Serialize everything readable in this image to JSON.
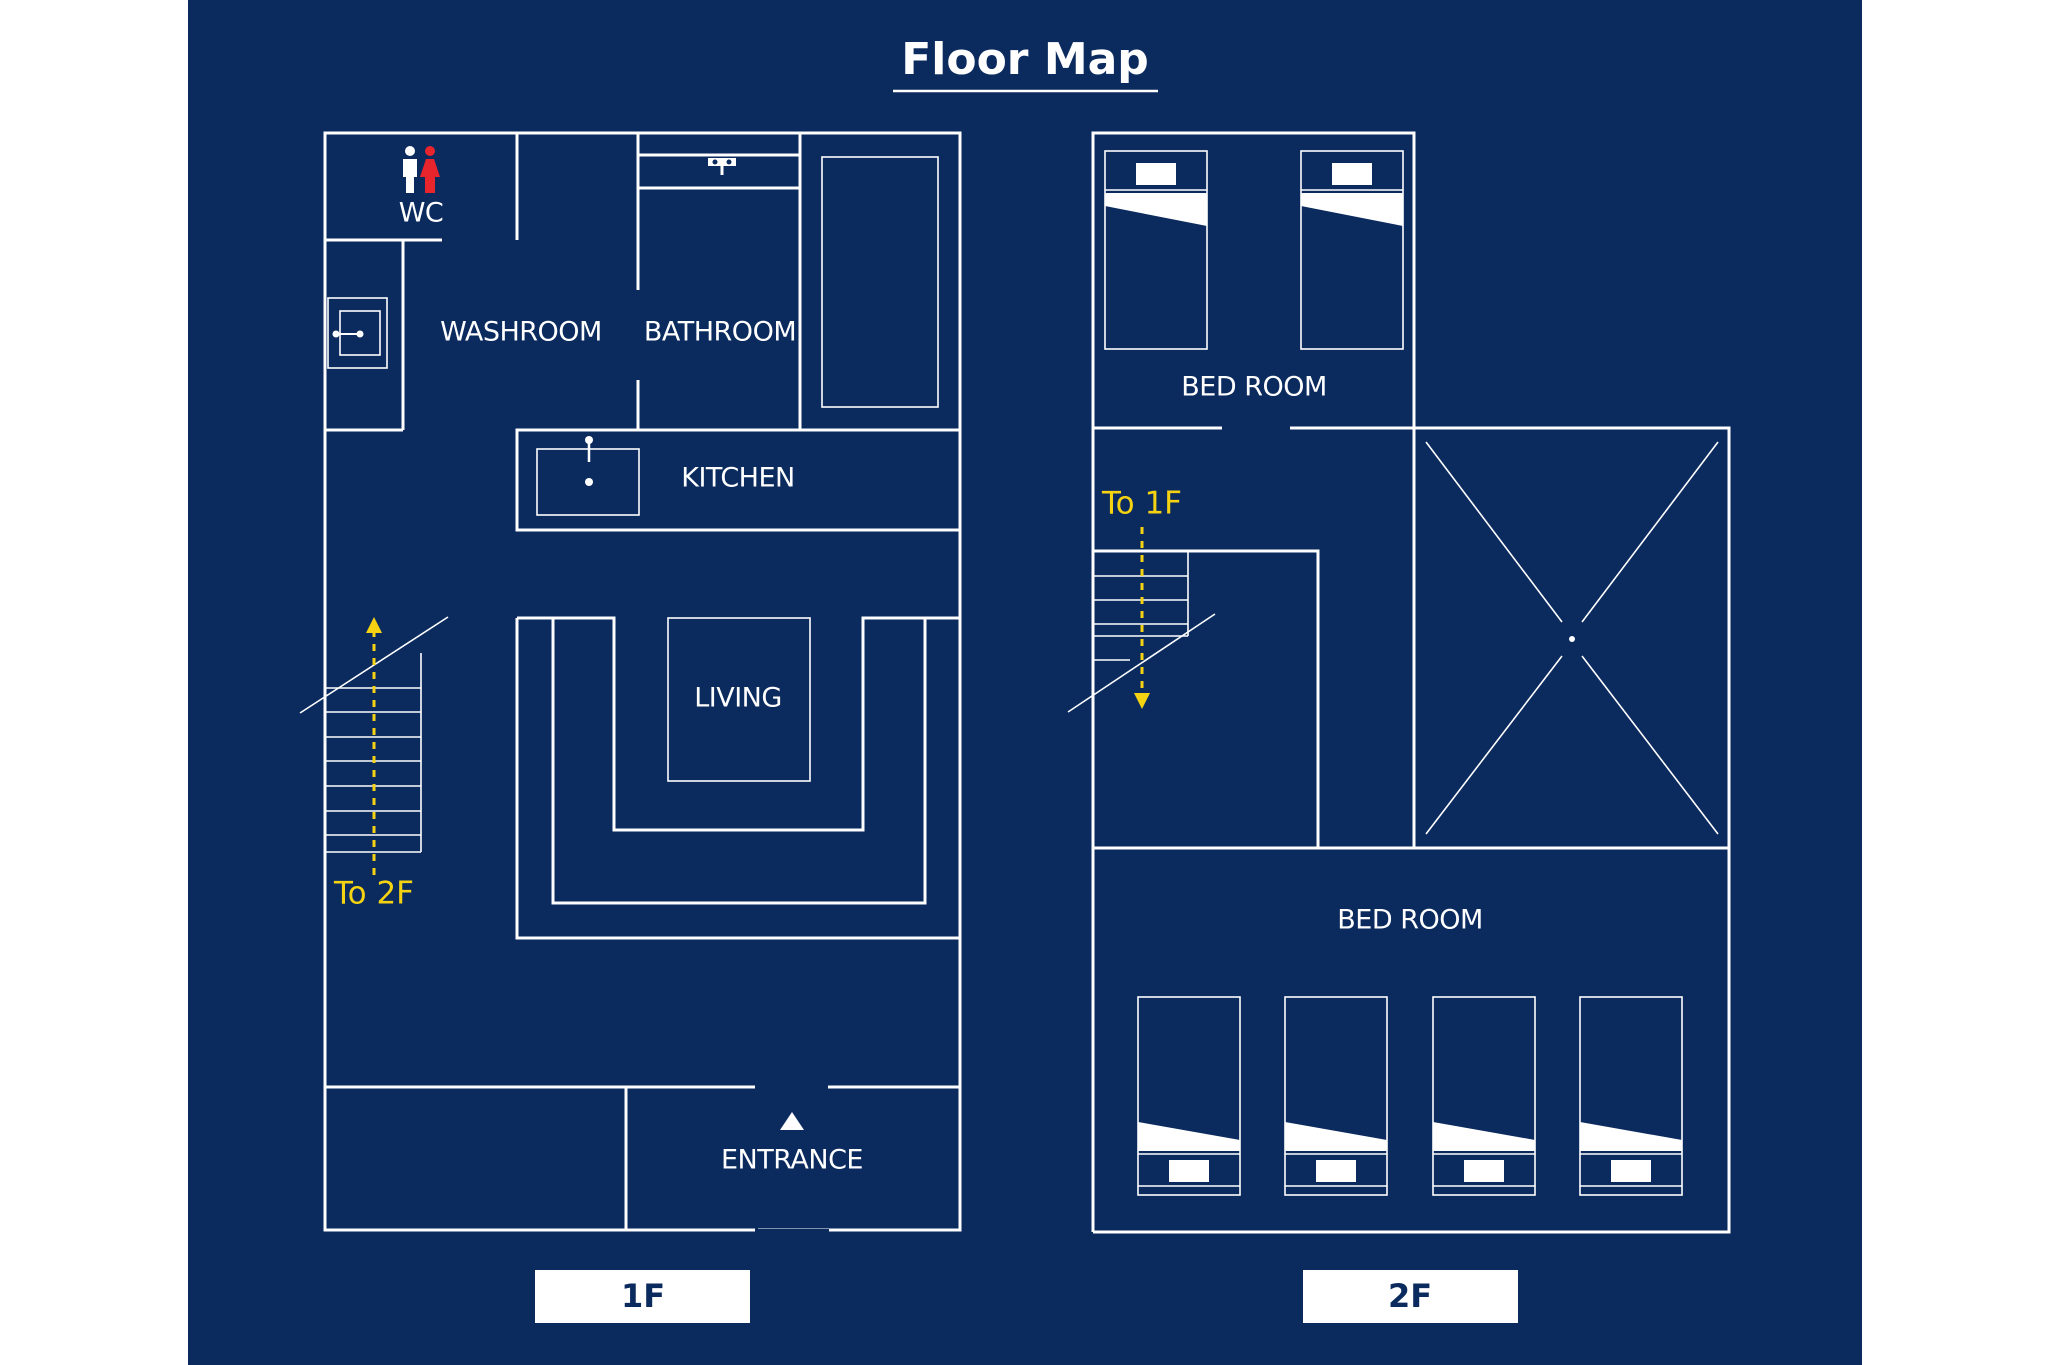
{
  "title": "Floor Map",
  "colors": {
    "background": "#0b2a5e",
    "line": "#ffffff",
    "arrow": "#f5d312",
    "wc_female": "#e8242d"
  },
  "floor1": {
    "label": "1F",
    "rooms": {
      "wc": "WC",
      "washroom": "WASHROOM",
      "bathroom": "BATHROOM",
      "kitchen": "KITCHEN",
      "living": "LIVING",
      "entrance": "ENTRANCE"
    },
    "stairs_label": "To 2F"
  },
  "floor2": {
    "label": "2F",
    "rooms": {
      "bedroom_top": "BED ROOM",
      "bedroom_bottom": "BED ROOM"
    },
    "stairs_label": "To 1F"
  },
  "icons": [
    "restroom-icon",
    "entrance-arrow-icon",
    "stairs-arrow-icon",
    "bed-icon",
    "sink-icon",
    "faucet-icon"
  ]
}
